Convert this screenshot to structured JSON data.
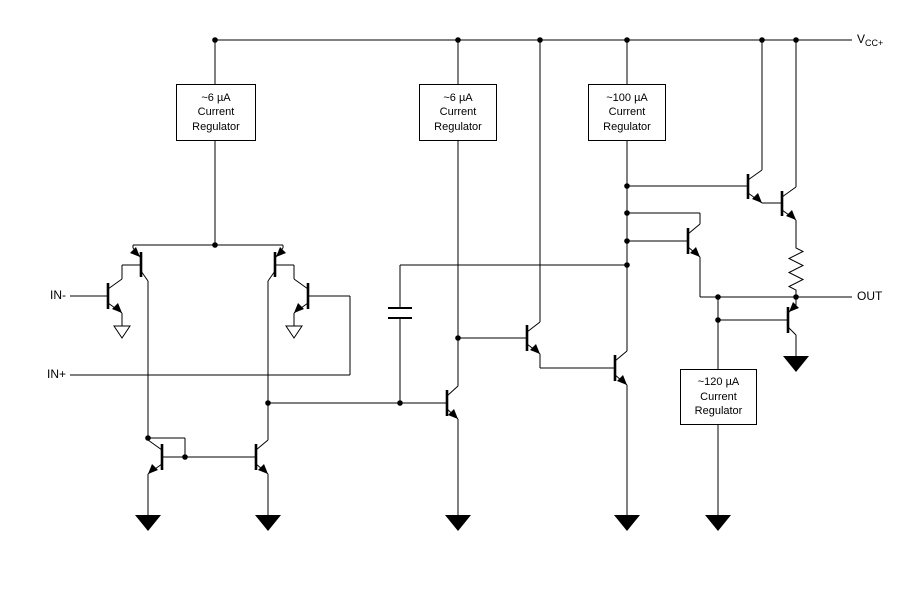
{
  "labels": {
    "vcc_main": "V",
    "vcc_sub": "CC+",
    "in_minus": "IN-",
    "in_plus": "IN+",
    "out": "OUT"
  },
  "regulators": [
    {
      "label": "~6 µA\nCurrent\nRegulator"
    },
    {
      "label": "~6 µA\nCurrent\nRegulator"
    },
    {
      "label": "~100 µA\nCurrent\nRegulator"
    },
    {
      "label": "~120 µA\nCurrent\nRegulator"
    }
  ],
  "colors": {
    "wire": "#000000",
    "background": "#ffffff"
  }
}
